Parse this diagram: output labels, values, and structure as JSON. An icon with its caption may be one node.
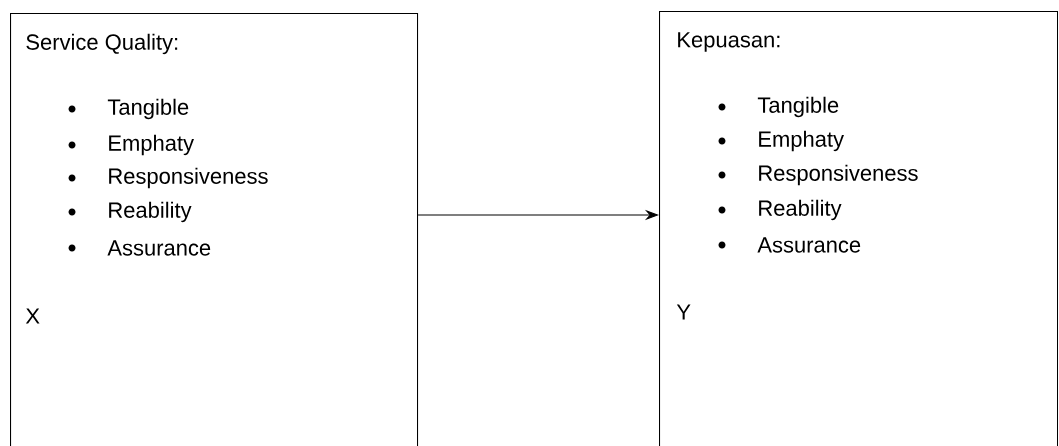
{
  "diagram": {
    "nodes": [
      {
        "text": [
          "Service Quality:",
          "Tangible",
          "Emphaty",
          "Responsiveness",
          "Reability",
          "Assurance",
          "X"
        ]
      },
      {
        "text": [
          "Kepuasan:",
          "Tangible",
          "Emphaty",
          "Responsiveness",
          "Reability",
          "Assurance",
          "Y"
        ]
      }
    ],
    "edges": [
      {
        "from": 0,
        "to": 1,
        "arrow": "to"
      }
    ]
  }
}
